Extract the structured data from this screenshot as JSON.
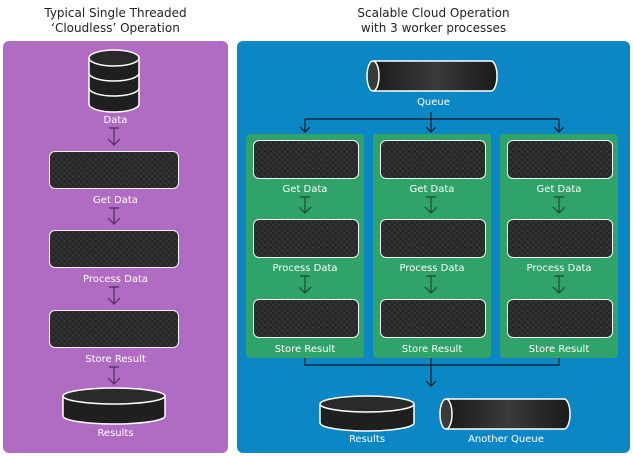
{
  "left_panel": {
    "title_line1": "Typical Single Threaded",
    "title_line2": "‘Cloudless’ Operation",
    "data_label": "Data",
    "steps": [
      "Get Data",
      "Process Data",
      "Store Result"
    ],
    "results_label": "Results"
  },
  "right_panel": {
    "title_line1": "Scalable Cloud Operation",
    "title_line2": "with 3 worker processes",
    "queue_label": "Queue",
    "workers": [
      {
        "steps": [
          "Get Data",
          "Process Data",
          "Store Result"
        ]
      },
      {
        "steps": [
          "Get Data",
          "Process Data",
          "Store Result"
        ]
      },
      {
        "steps": [
          "Get Data",
          "Process Data",
          "Store Result"
        ]
      }
    ],
    "results_label": "Results",
    "another_queue_label": "Another Queue"
  },
  "colors": {
    "left_panel": "#b06cc2",
    "right_panel": "#0b87c6",
    "worker_box": "#2fa36a",
    "process_box": "#2c2c2c"
  }
}
